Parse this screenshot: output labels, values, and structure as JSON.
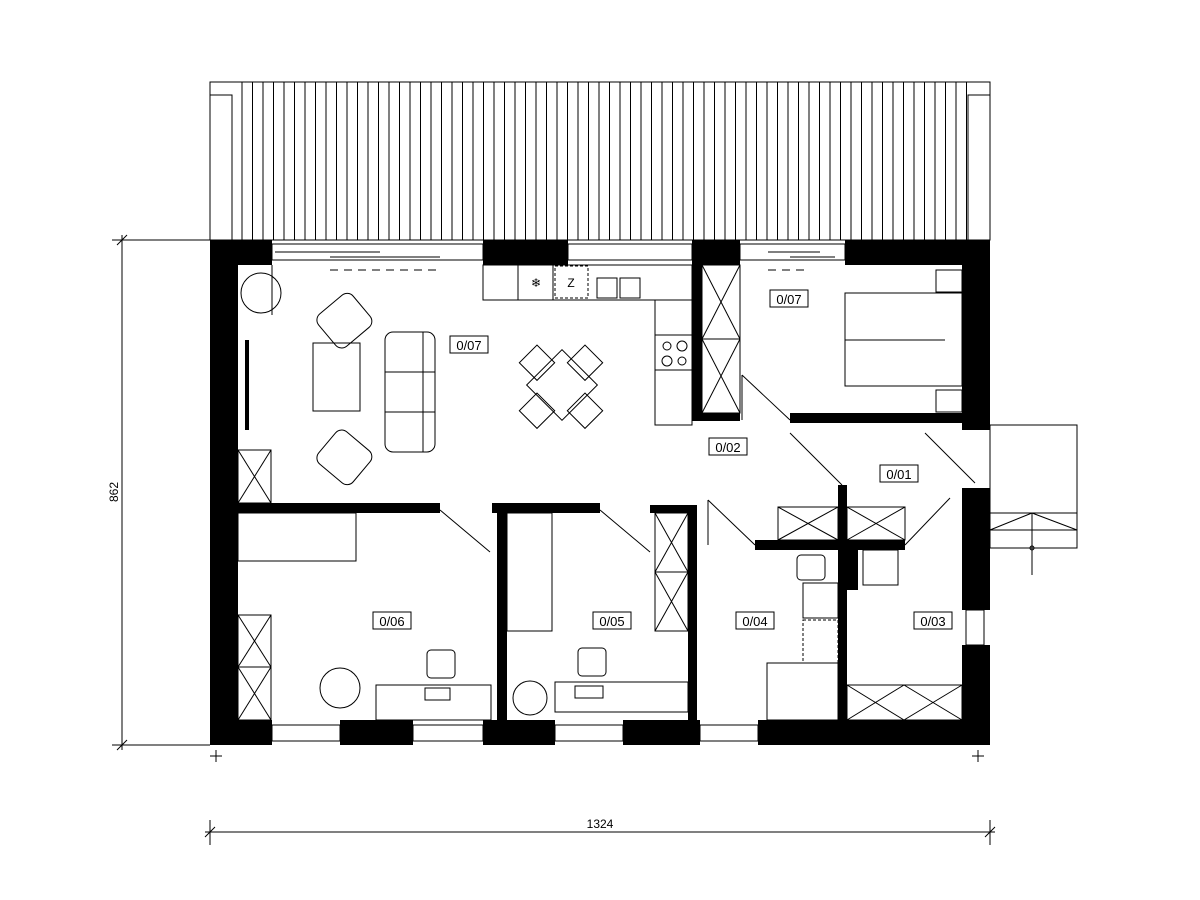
{
  "plan": {
    "rooms": [
      {
        "id": "living",
        "label": "0/07"
      },
      {
        "id": "bedroom",
        "label": "0/07"
      },
      {
        "id": "hall",
        "label": "0/02"
      },
      {
        "id": "entrance",
        "label": "0/01"
      },
      {
        "id": "room6",
        "label": "0/06"
      },
      {
        "id": "room5",
        "label": "0/05"
      },
      {
        "id": "bath",
        "label": "0/04"
      },
      {
        "id": "room3",
        "label": "0/03"
      }
    ],
    "fridge_mark": "Z",
    "freezer_mark": "❄",
    "dimensions": {
      "height": "862",
      "width": "1324"
    }
  }
}
